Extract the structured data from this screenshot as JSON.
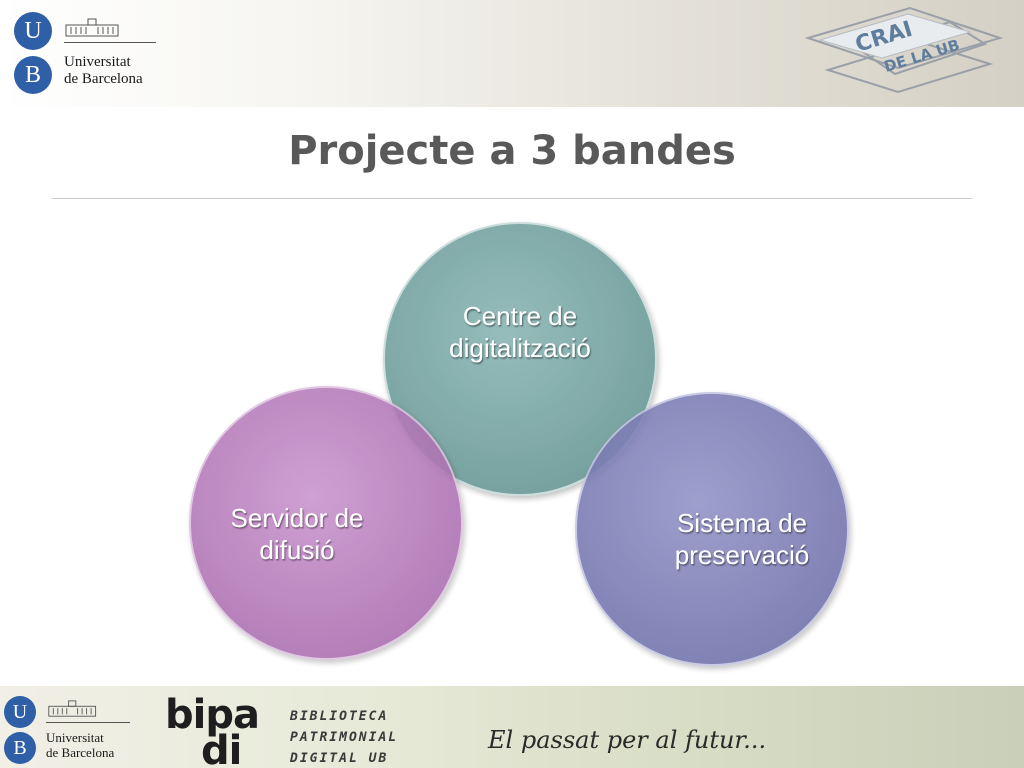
{
  "header": {
    "university_logo": {
      "letters": [
        "U",
        "B"
      ],
      "name_line1": "Universitat",
      "name_line2": "de Barcelona"
    },
    "crai_logo": {
      "line1": "CRAI",
      "line2": "DE LA UB"
    }
  },
  "slide": {
    "title": "Projecte a 3 bandes"
  },
  "diagram": {
    "type": "venn",
    "circles": [
      {
        "label": "Centre de digitalització",
        "label_lines": [
          "Centre de",
          "digitalització"
        ],
        "color": "#7fa9a7"
      },
      {
        "label": "Servidor de difusió",
        "label_lines": [
          "Servidor de",
          "difusió"
        ],
        "color": "#b87cbd"
      },
      {
        "label": "Sistema de preservació",
        "label_lines": [
          "Sistema de",
          "preservació"
        ],
        "color": "#7c7db5"
      }
    ]
  },
  "footer": {
    "university_logo": {
      "letters": [
        "U",
        "B"
      ],
      "name_line1": "Universitat",
      "name_line2": "de Barcelona"
    },
    "bipadi_logo": {
      "line1": "bipa",
      "line2": "di"
    },
    "library_name": [
      "BIBLIOTECA",
      "PATRIMONIAL",
      "DIGITAL UB"
    ],
    "motto": "El passat per al futur..."
  }
}
